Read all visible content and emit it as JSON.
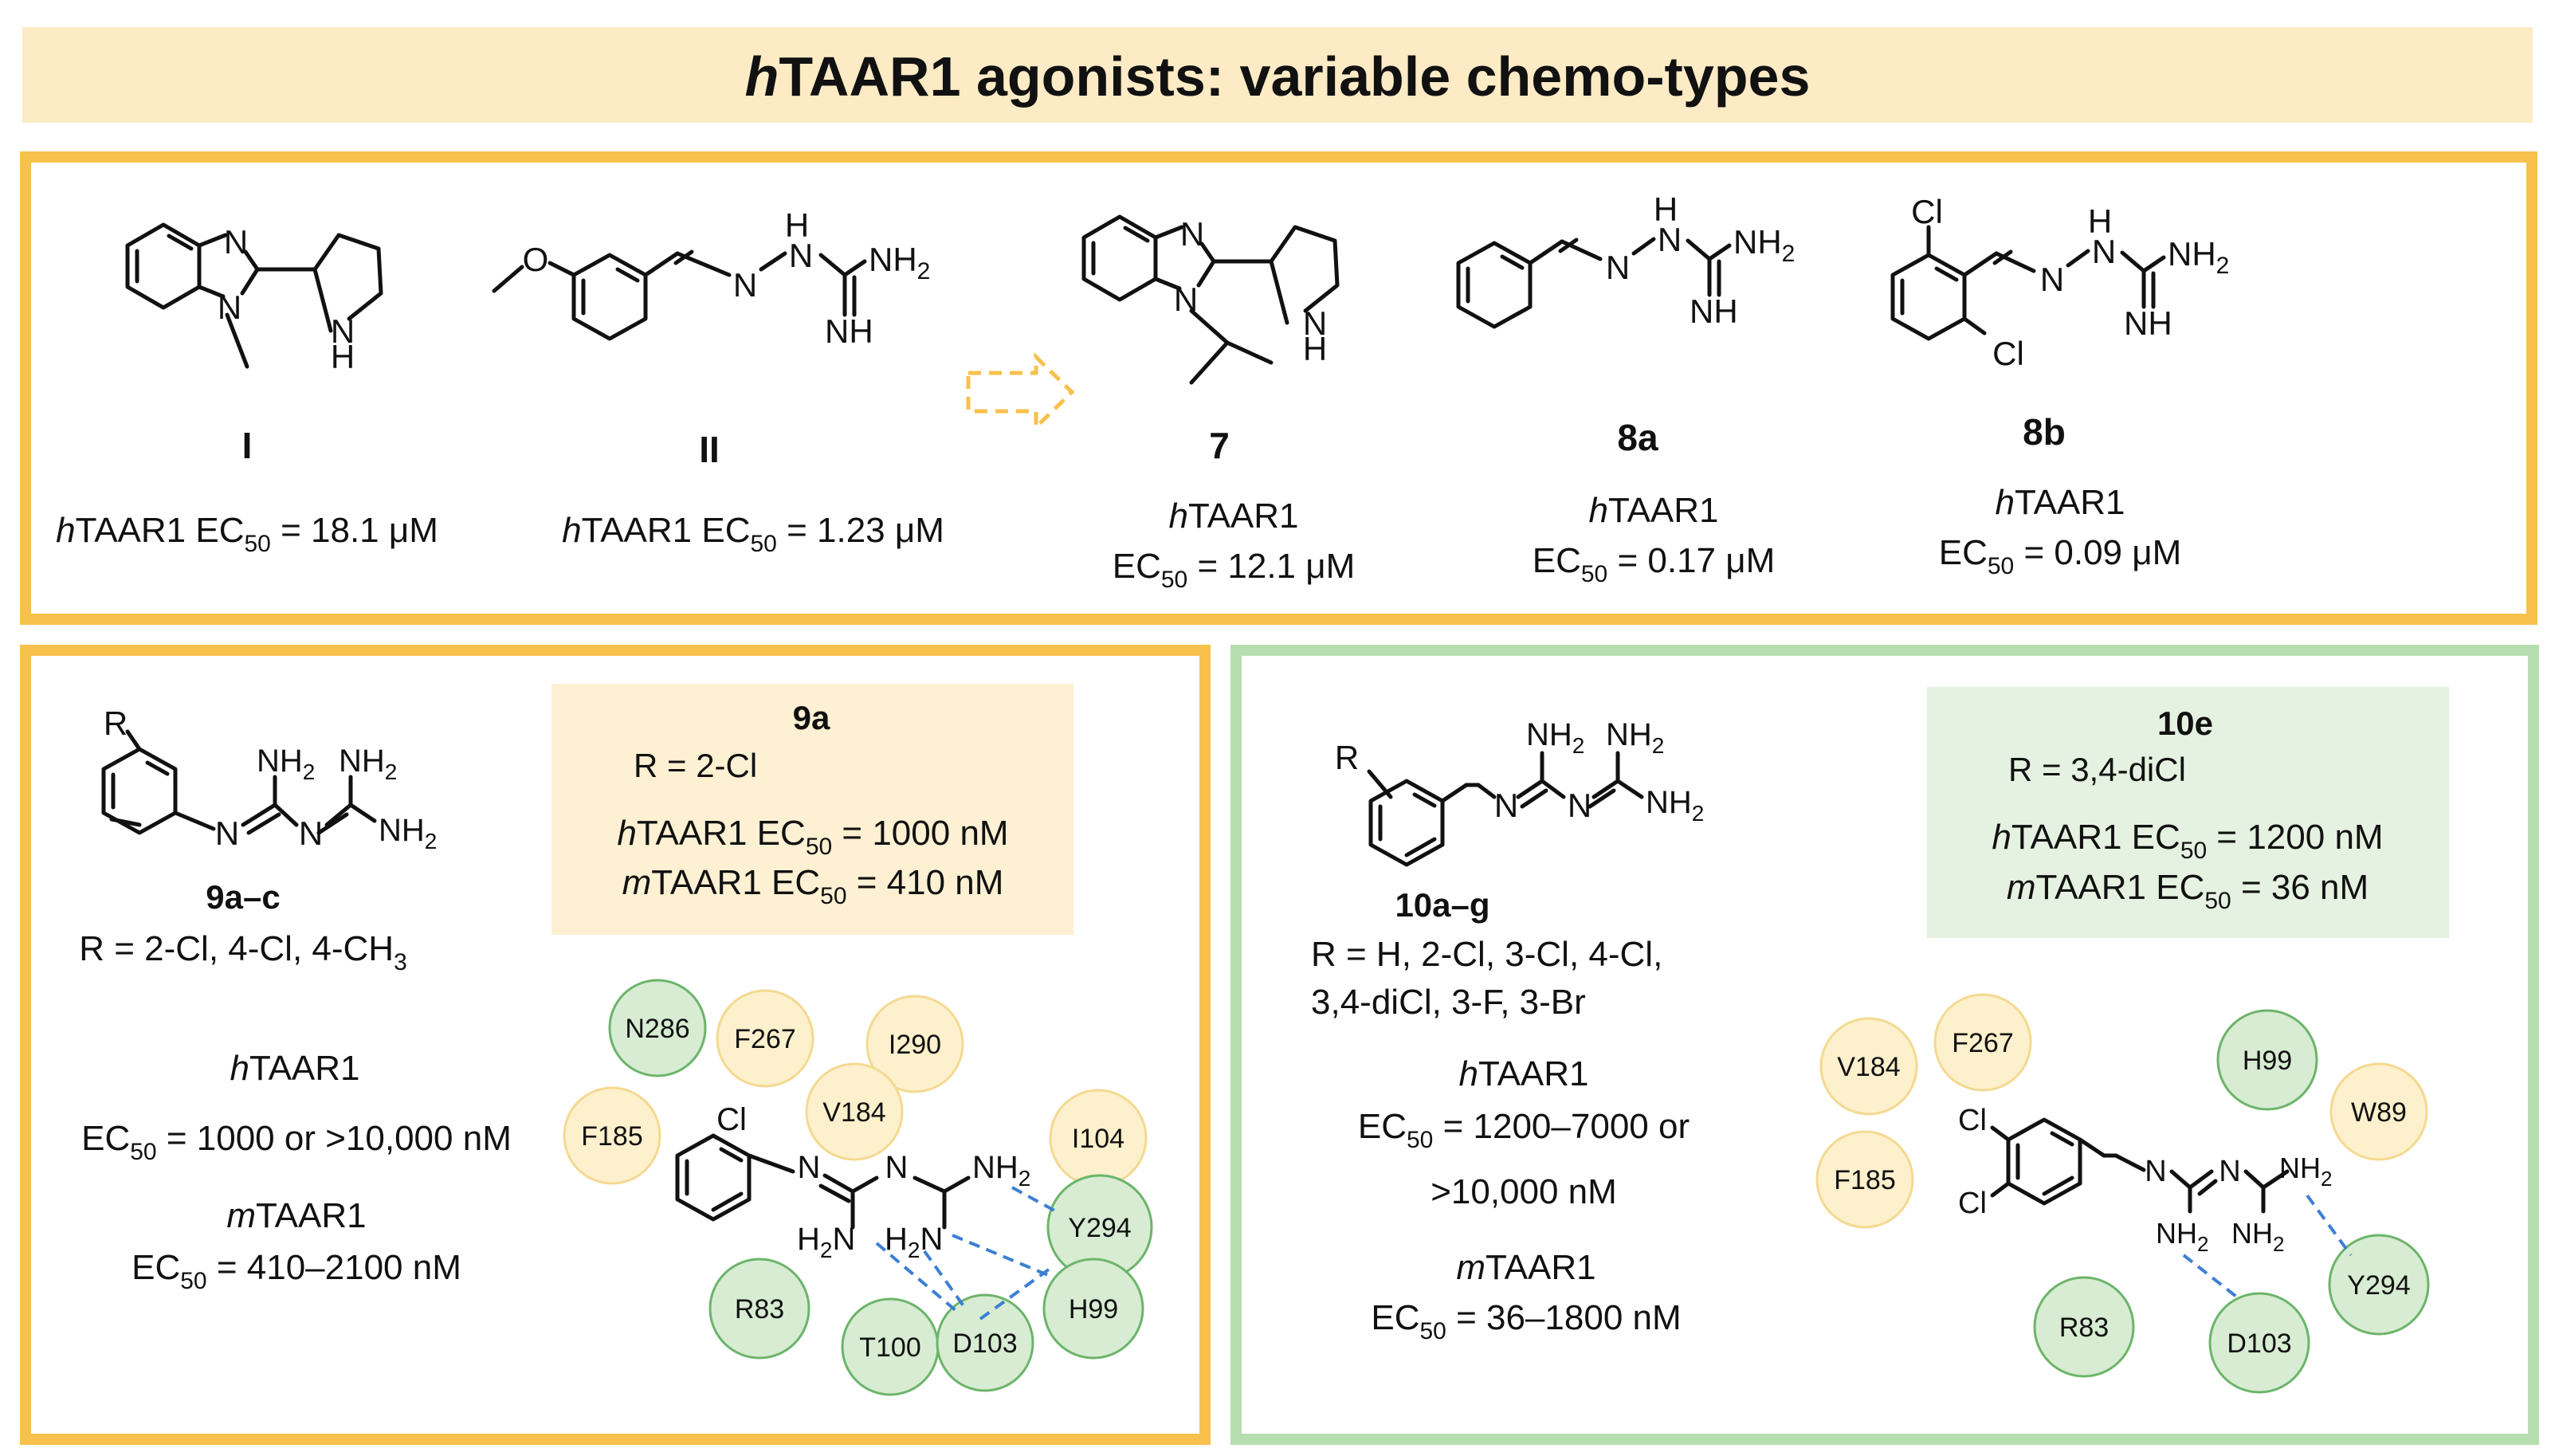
{
  "title": {
    "prefix": "h",
    "main": "TAAR1 agonists: variable chemo-types"
  },
  "colors": {
    "banner": "#fdebc5",
    "orange_border": "#f8c14c",
    "green_border": "#b7deb0",
    "note_yellow": "#fdf0d3",
    "note_green": "#e5f2e1",
    "hbond": "#3c7fd4"
  },
  "top": {
    "compounds": [
      {
        "id": "I",
        "lines": [
          {
            "pre": "h",
            "text": "TAAR1 EC",
            "sub": "50",
            "post": " = 18.1 μM"
          }
        ]
      },
      {
        "id": "II",
        "lines": [
          {
            "pre": "h",
            "text": "TAAR1 EC",
            "sub": "50",
            "post": " = 1.23 μM"
          }
        ]
      },
      {
        "id": "7",
        "lines": [
          {
            "pre": "h",
            "text": "TAAR1",
            "sub": "",
            "post": ""
          },
          {
            "pre": "",
            "text": "EC",
            "sub": "50",
            "post": " = 12.1 μM"
          }
        ]
      },
      {
        "id": "8a",
        "lines": [
          {
            "pre": "h",
            "text": "TAAR1",
            "sub": "",
            "post": ""
          },
          {
            "pre": "",
            "text": "EC",
            "sub": "50",
            "post": " = 0.17 μM"
          }
        ]
      },
      {
        "id": "8b",
        "lines": [
          {
            "pre": "h",
            "text": "TAAR1",
            "sub": "",
            "post": ""
          },
          {
            "pre": "",
            "text": "EC",
            "sub": "50",
            "post": " = 0.09 μM"
          }
        ]
      }
    ]
  },
  "atoms": {
    "N": "N",
    "H": "H",
    "NH": "NH",
    "NH2": "NH",
    "two": "2",
    "O": "O",
    "Cl": "Cl",
    "R": "R",
    "H2N": "H",
    "H2N_N": "N"
  },
  "left_panel": {
    "series_id": "9a–c",
    "r_line": {
      "text": "R = 2-Cl, 4-Cl, 4-CH",
      "sub": "3"
    },
    "h_head": {
      "pre": "h",
      "text": "TAAR1"
    },
    "h_value": {
      "text": "EC",
      "sub": "50",
      "post": " = 1000 or >10,000  nM"
    },
    "m_head": {
      "pre": "m",
      "text": "TAAR1"
    },
    "m_value": {
      "text": "EC",
      "sub": "50",
      "post": " = 410–2100 nM"
    },
    "note": {
      "id": "9a",
      "r": "R = 2-Cl",
      "h": {
        "pre": "h",
        "text": "TAAR1 EC",
        "sub": "50",
        "post": " = 1000 nM"
      },
      "m": {
        "pre": "m",
        "text": "TAAR1 EC",
        "sub": "50",
        "post": " = 410 nM"
      }
    },
    "residues": [
      {
        "label": "N286",
        "kind": "green"
      },
      {
        "label": "F267",
        "kind": "yellow"
      },
      {
        "label": "I290",
        "kind": "yellow"
      },
      {
        "label": "V184",
        "kind": "yellow"
      },
      {
        "label": "F185",
        "kind": "yellow"
      },
      {
        "label": "I104",
        "kind": "yellow"
      },
      {
        "label": "Y294",
        "kind": "green"
      },
      {
        "label": "H99",
        "kind": "green"
      },
      {
        "label": "R83",
        "kind": "green"
      },
      {
        "label": "T100",
        "kind": "green"
      },
      {
        "label": "D103",
        "kind": "green"
      }
    ]
  },
  "right_panel": {
    "series_id": "10a–g",
    "r_line1": "R = H, 2-Cl, 3-Cl, 4-Cl,",
    "r_line2": "3,4-diCl,  3-F, 3-Br",
    "h_head": {
      "pre": "h",
      "text": "TAAR1"
    },
    "h_value": {
      "text": "EC",
      "sub": "50",
      "post": " = 1200–7000 or"
    },
    "h_value2": ">10,000  nM",
    "m_head": {
      "pre": "m",
      "text": "TAAR1"
    },
    "m_value": {
      "text": "EC",
      "sub": "50",
      "post": " = 36–1800 nM"
    },
    "note": {
      "id": "10e",
      "r": "R = 3,4-diCl",
      "h": {
        "pre": "h",
        "text": "TAAR1 EC",
        "sub": "50",
        "post": " = 1200 nM"
      },
      "m": {
        "pre": "m",
        "text": "TAAR1 EC",
        "sub": "50",
        "post": " = 36 nM"
      }
    },
    "residues": [
      {
        "label": "V184",
        "kind": "yellow"
      },
      {
        "label": "F267",
        "kind": "yellow"
      },
      {
        "label": "H99",
        "kind": "green"
      },
      {
        "label": "W89",
        "kind": "yellow"
      },
      {
        "label": "F185",
        "kind": "yellow"
      },
      {
        "label": "Y294",
        "kind": "green"
      },
      {
        "label": "R83",
        "kind": "green"
      },
      {
        "label": "D103",
        "kind": "green"
      }
    ]
  }
}
